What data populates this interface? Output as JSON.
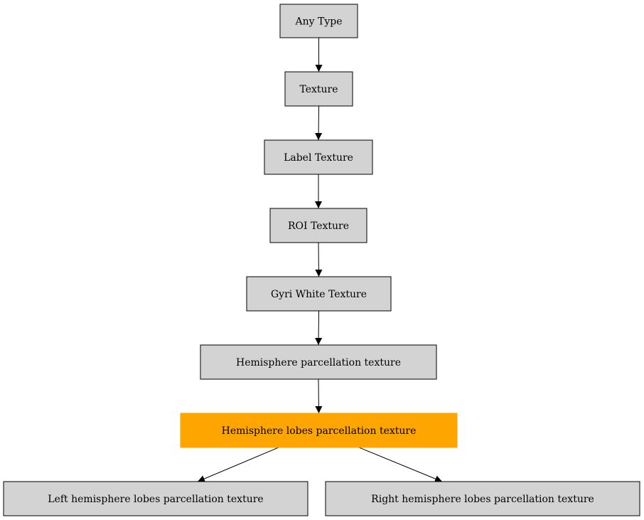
{
  "colors": {
    "node_fill": "#d3d3d3",
    "highlight_fill": "#ffa500",
    "stroke": "#000000",
    "background": "#ffffff"
  },
  "nodes": [
    {
      "id": "any_type",
      "label": "Any Type",
      "highlight": false
    },
    {
      "id": "texture",
      "label": "Texture",
      "highlight": false
    },
    {
      "id": "label_texture",
      "label": "Label Texture",
      "highlight": false
    },
    {
      "id": "roi_texture",
      "label": "ROI Texture",
      "highlight": false
    },
    {
      "id": "gyri_white_texture",
      "label": "Gyri White Texture",
      "highlight": false
    },
    {
      "id": "hemisphere_parcellation_texture",
      "label": "Hemisphere parcellation texture",
      "highlight": false
    },
    {
      "id": "hemisphere_lobes_parcellation_texture",
      "label": "Hemisphere lobes parcellation texture",
      "highlight": true
    },
    {
      "id": "left_hemisphere_lobes_parcellation_texture",
      "label": "Left hemisphere lobes parcellation texture",
      "highlight": false
    },
    {
      "id": "right_hemisphere_lobes_parcellation_texture",
      "label": "Right hemisphere lobes parcellation texture",
      "highlight": false
    }
  ],
  "edges": [
    {
      "from": "any_type",
      "to": "texture"
    },
    {
      "from": "texture",
      "to": "label_texture"
    },
    {
      "from": "label_texture",
      "to": "roi_texture"
    },
    {
      "from": "roi_texture",
      "to": "gyri_white_texture"
    },
    {
      "from": "gyri_white_texture",
      "to": "hemisphere_parcellation_texture"
    },
    {
      "from": "hemisphere_parcellation_texture",
      "to": "hemisphere_lobes_parcellation_texture"
    },
    {
      "from": "hemisphere_lobes_parcellation_texture",
      "to": "left_hemisphere_lobes_parcellation_texture"
    },
    {
      "from": "hemisphere_lobes_parcellation_texture",
      "to": "right_hemisphere_lobes_parcellation_texture"
    }
  ]
}
